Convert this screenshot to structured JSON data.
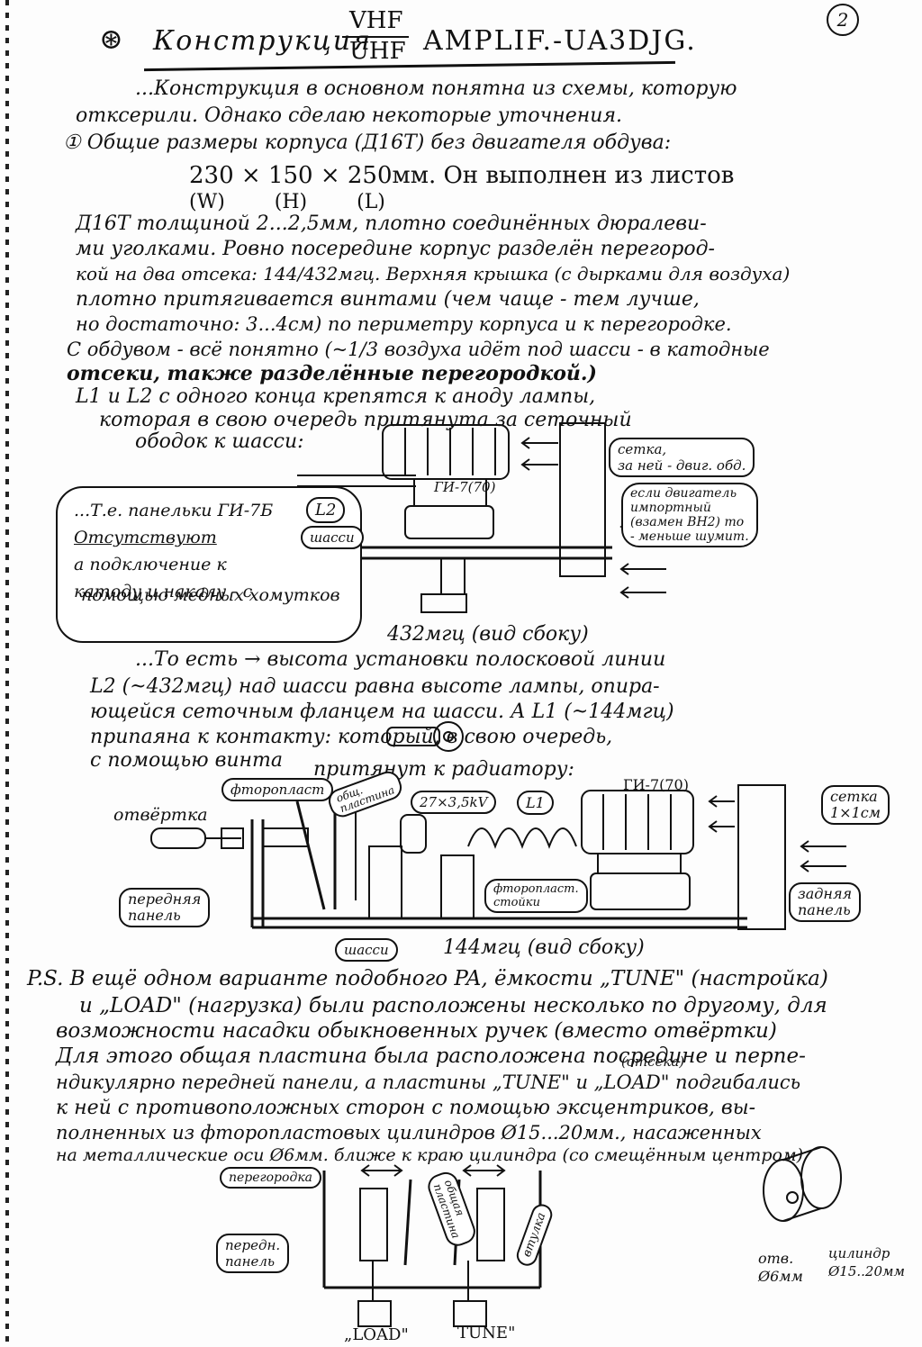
{
  "page_number": "2",
  "title": {
    "prefix": "Конструкция",
    "band_top": "VHF",
    "band_bottom": "UHF",
    "suffix": "AMPLIF.-UA3DJG."
  },
  "paragraphs": [
    "...Конструкция в основном понятна из схемы, которую",
    "отксерили. Однако сделаю некоторые уточнения.",
    "① Общие размеры корпуса (Д16Т) без двигателя обдува:",
    "230 × 150 × 250мм. Он выполнен из листов",
    "(W)   (H)   (L)",
    "Д16Т толщиной 2...2,5мм, плотно соединённых дюралеви-",
    "ми уголками. Ровно посередине корпус разделён перегород-",
    "кой на два отсека: 144/432мгц. Верхняя крышка (с дырками для воздуха)",
    "плотно притягивается винтами (чем чаще - тем лучше,",
    "но достаточно: 3...4см) по периметру корпуса и к перегородке.",
    "С обдувом - всё понятно (~1/3 воздуха идёт под шасси - в катодные",
    "отсеки, также разделённые перегородкой.)",
    "L1 и L2 с одного конца крепятся к аноду лампы,",
    "которая в свою очередь притянута за сеточный",
    "ободок к шасси:"
  ],
  "diagram1": {
    "note_lines": [
      "...Т.е. панельки ГИ-7Б",
      "Отсутствуют",
      "а подключение к",
      "катоду и накалу - с",
      "помощью медных хомутков"
    ],
    "l2": "L2",
    "tube": "ГИ-7(70)",
    "chassis": "шасси",
    "grid_note": [
      "сетка,",
      "за ней - двиг. обд."
    ],
    "motor_note": [
      "если двигатель",
      "импортный",
      "(взамен ВН2) то",
      "- меньше шумит."
    ],
    "caption": "432мгц (вид сбоку)"
  },
  "paragraphs2": [
    "...То есть → высота установки полосковой линии",
    "L2 (~432мгц) над шасси равна высоте лампы, опира-",
    "ющейся сеточным фланцем на шасси. А L1 (~144мгц)",
    "припаяна к контакту:                 который, в свою очередь,",
    "с помощью винта",
    "притянут к радиатору:"
  ],
  "diagram2": {
    "ptfe": "фторопласт",
    "plate": [
      "общ.",
      "пластина"
    ],
    "cap": "27×3,5kV",
    "l1": "L1",
    "tube": "ГИ-7(70)",
    "grid": [
      "сетка",
      "1×1см"
    ],
    "screwdriver": "отвёртка",
    "front": [
      "передняя",
      "панель"
    ],
    "ptfe_posts": [
      "фторопласт.",
      "стойки"
    ],
    "rear": [
      "задняя",
      "панель"
    ],
    "chassis": "шасси",
    "caption": "144мгц (вид сбоку)"
  },
  "ps": [
    "P.S. В ещё одном варианте подобного PA, ёмкости „TUNE\" (настройка)",
    "и „LOAD\" (нагрузка) были расположены несколько по другому, для",
    "возможности насадки обыкновенных ручек (вместо отвёртки)",
    "Для этого общая пластина была расположена посредине и перпе-",
    "ндикулярно передней панели, а пластины „TUNE\" и „LOAD\" подгибались",
    "к ней с противоположных сторон с помощью эксцентриков, вы-",
    "полненных из фторопластовых цилиндров Ø15...20мм., насаженных",
    "на металлические оси Ø6мм. ближе к краю цилиндра (со смещённым центром)"
  ],
  "ps_insert": "(отсека)",
  "diagram3": {
    "partition": "перегородка",
    "front": [
      "передн.",
      "панель"
    ],
    "plate": [
      "общая",
      "пластина"
    ],
    "bushing": "втулка",
    "load": "„LOAD\"",
    "tune": "TUNE\"",
    "hole": [
      "отв.",
      "Ø6мм"
    ],
    "cylinder": [
      "цилиндр",
      "Ø15..20мм"
    ]
  }
}
